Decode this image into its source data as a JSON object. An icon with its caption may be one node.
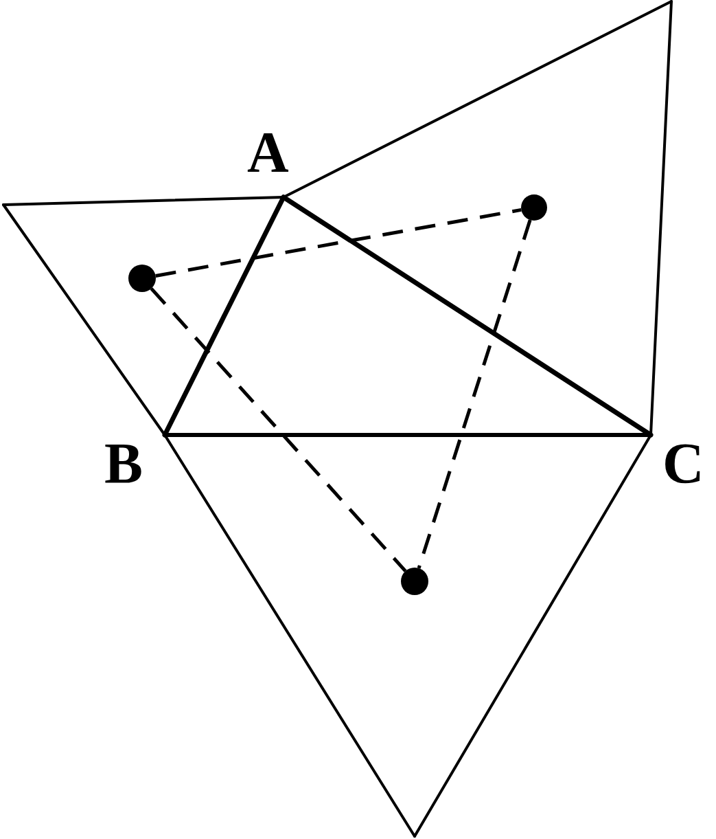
{
  "diagram": {
    "nodes": [
      {
        "text": [],
        "shape": "circle"
      },
      {
        "text": [],
        "shape": "circle"
      },
      {
        "text": [],
        "shape": "circle"
      }
    ],
    "edges": [
      {
        "from": 1,
        "to": 0,
        "arrow": "none",
        "style": "dashed"
      },
      {
        "from": 1,
        "to": 2,
        "arrow": "none",
        "style": "dashed"
      },
      {
        "from": 0,
        "to": 2,
        "arrow": "none",
        "style": "dashed"
      }
    ],
    "labels": [
      "A",
      "B",
      "C"
    ]
  }
}
